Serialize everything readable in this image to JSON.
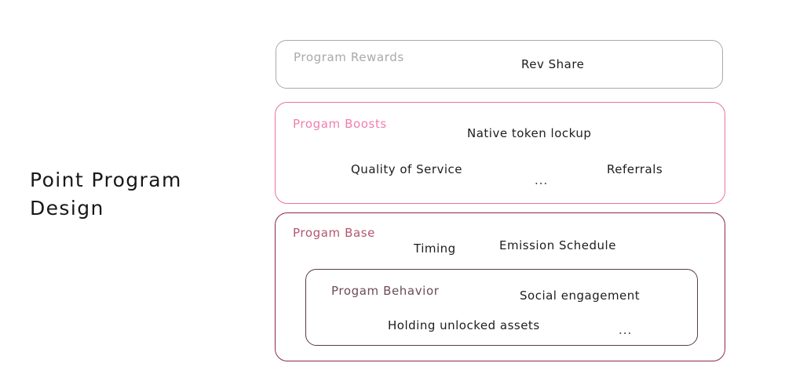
{
  "page": {
    "title": "Point Program Design",
    "background_color": "#ffffff"
  },
  "colors": {
    "rewards_border": "#a9a9ad",
    "rewards_label": "#a9a9ad",
    "boosts_border": "#e8749f",
    "boosts_label": "#ef7fab",
    "base_border": "#8c2a4d",
    "base_label": "#b2566f",
    "behavior_border": "#5a3b45",
    "behavior_label": "#6e4c57",
    "item_text": "#1d1d1f"
  },
  "tiers": {
    "rewards": {
      "label": "Program Rewards",
      "items": [
        {
          "text": "Rev Share"
        }
      ]
    },
    "boosts": {
      "label": "Progam Boosts",
      "items": [
        {
          "text": "Native token lockup"
        },
        {
          "text": "Quality of Service"
        },
        {
          "text": "Referrals"
        },
        {
          "text": "..."
        }
      ]
    },
    "base": {
      "label": "Progam Base",
      "items": [
        {
          "text": "Timing"
        },
        {
          "text": "Emission Schedule"
        }
      ],
      "behavior": {
        "label": "Progam Behavior",
        "items": [
          {
            "text": "Social engagement"
          },
          {
            "text": "Holding unlocked assets"
          },
          {
            "text": "..."
          }
        ]
      }
    }
  }
}
